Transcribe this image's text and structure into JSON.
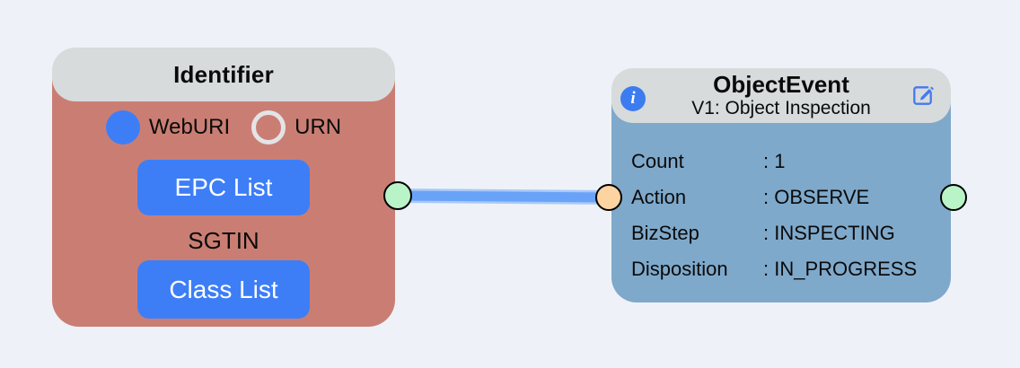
{
  "canvas": {
    "background": "#eef2f8"
  },
  "identifier": {
    "title": "Identifier",
    "radios": [
      {
        "label": "WebURI",
        "selected": true
      },
      {
        "label": "URN",
        "selected": false
      }
    ],
    "buttons": [
      {
        "label": "EPC List"
      },
      {
        "label": "Class List"
      }
    ],
    "scheme": "SGTIN",
    "colors": {
      "body": "#ca7e73",
      "header": "#d7dbdc",
      "button": "#3d7ef7",
      "radio_selected": "#3d7ef7"
    }
  },
  "object_event": {
    "title": "ObjectEvent",
    "subtitle": "V1: Object Inspection",
    "info_glyph": "i",
    "fields": [
      {
        "label": "Count",
        "value": ": 1"
      },
      {
        "label": "Action",
        "value": ": OBSERVE"
      },
      {
        "label": "BizStep",
        "value": ": INSPECTING"
      },
      {
        "label": "Disposition",
        "value": ": IN_PROGRESS"
      }
    ],
    "colors": {
      "body": "#7fa9cb",
      "header": "#d7dbdc",
      "info_icon": "#3c7cf0",
      "edit_icon": "#4479f2"
    }
  },
  "edge": {
    "color": "#69a3f7",
    "fringe_color": "#a9c9f9"
  },
  "handles": {
    "source_color": "#b9f3c8",
    "target_color": "#fcd3a1",
    "border_color": "#000000"
  }
}
